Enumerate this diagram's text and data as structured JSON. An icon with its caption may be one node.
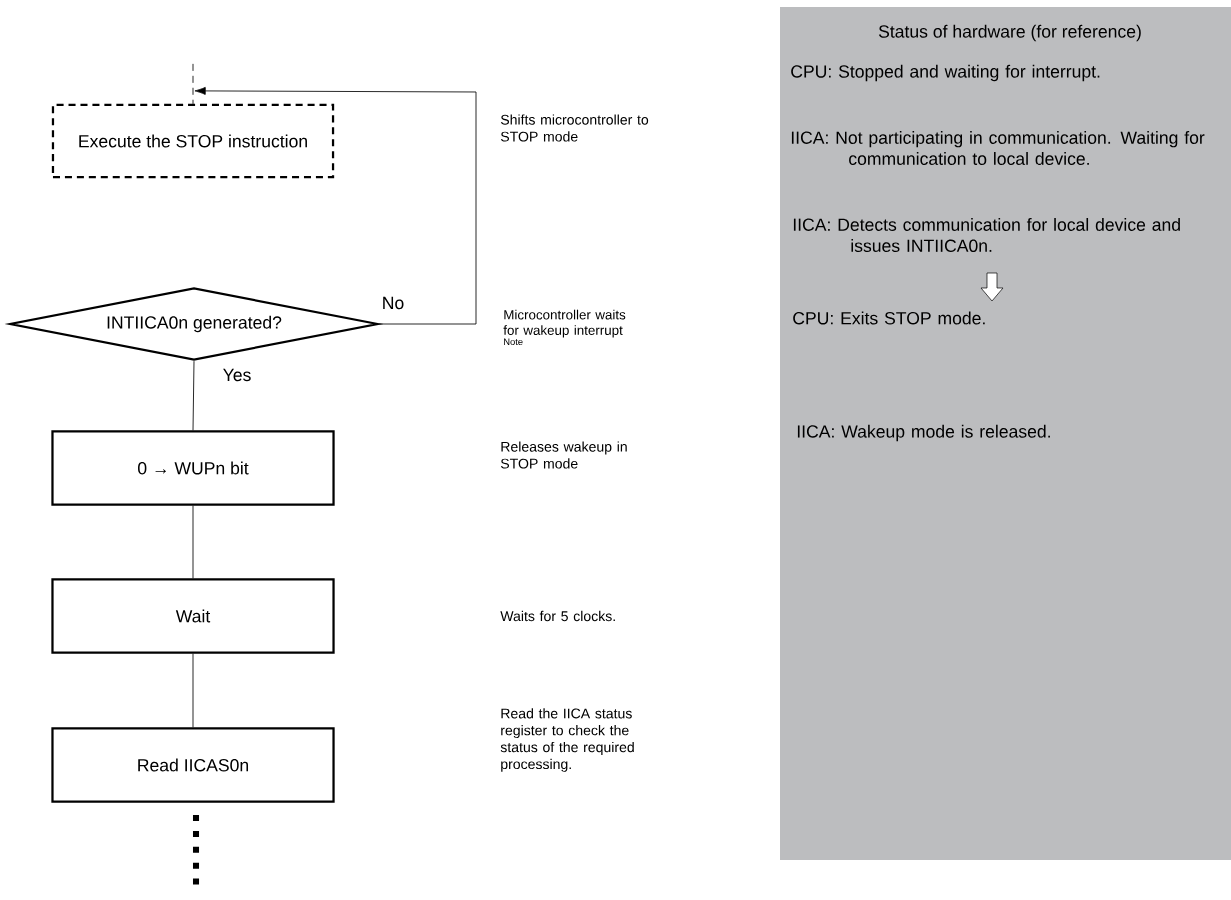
{
  "diagram": {
    "nodes": [
      {
        "text": [
          "Execute the STOP instruction"
        ]
      },
      {
        "text": [
          "INTIICA0n generated?"
        ]
      },
      {
        "text": [
          "0 → WUPn bit"
        ]
      },
      {
        "text": [
          "Wait"
        ]
      },
      {
        "text": [
          "Read IICAS0n"
        ]
      },
      {
        "text": [
          "Status of hardware (for reference)",
          "CPU: Stopped and waiting for interrupt.",
          "IICA: Not participating in communication. Waiting for communication to local device.",
          "IICA: Detects communication for local device and issues INTIICA0n.",
          "CPU: Exits STOP mode.",
          "IICA: Wakeup mode is released."
        ]
      }
    ],
    "edges": [
      {
        "from": null,
        "to": 0,
        "arrow": "none",
        "style": "dashed"
      },
      {
        "from": 1,
        "to": 0,
        "arrow": "to",
        "label": "No"
      },
      {
        "from": 1,
        "to": 2,
        "arrow": "none",
        "label": "Yes"
      },
      {
        "from": 2,
        "to": 3,
        "arrow": "none"
      },
      {
        "from": 3,
        "to": 4,
        "arrow": "none"
      }
    ],
    "labels": [
      "Shifts microcontroller to STOP mode",
      "Microcontroller waits for wakeup interrupt $^{Note}$",
      "Releases wakeup in STOP mode",
      "Waits for 5 clocks.",
      "Read the IICA status register to check the status of the required processing."
    ]
  }
}
